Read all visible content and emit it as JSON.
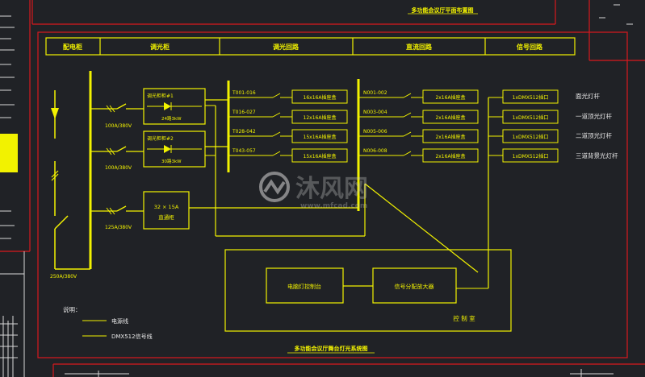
{
  "colors": {
    "background": "#202226",
    "line": "#f2f200",
    "frame": "#d9181e",
    "white": "#e8e8e8"
  },
  "top_title": "多功能会议厅平面布置图",
  "header": [
    "配电柜",
    "调光柜",
    "调光回路",
    "直流回路",
    "信号回路"
  ],
  "dimmers": [
    {
      "name": "调光柜柜#1",
      "rating": "24路3kW"
    },
    {
      "name": "调光柜柜#2",
      "rating": "30路3kW"
    }
  ],
  "breakers": [
    "100A/380V",
    "100A/380V",
    "125A/380V"
  ],
  "main_breaker": "250A/380V",
  "dc_box": {
    "line1": "32 × 15A",
    "line2": "直通柜"
  },
  "dim_circuits": [
    "T001-016",
    "T016-027",
    "T028-042",
    "T043-057"
  ],
  "dim_boxes": [
    "16x16A插座盒",
    "12x16A插座盒",
    "15x16A插座盒",
    "15x16A插座盒"
  ],
  "dc_circuits": [
    "N001-002",
    "N003-004",
    "N005-006",
    "N006-008"
  ],
  "dc_boxes": [
    "2x16A插座盒",
    "2x16A插座盒",
    "2x16A插座盒",
    "2x16A插座盒"
  ],
  "signal_ports": [
    "1xDMX512插口",
    "1xDMX512插口",
    "1xDMX512插口",
    "1xDMX512插口"
  ],
  "positions": [
    "面光灯杆",
    "一道顶光灯杆",
    "二道顶光灯杆",
    "三道背景光灯杆"
  ],
  "control": {
    "console": "电脑灯控制台",
    "splitter": "信号分配放大器",
    "room": "控 制 室"
  },
  "legend": {
    "title": "说明：",
    "items": [
      "电源线",
      "DMX512信号线"
    ]
  },
  "diagram_title": "多功能会议厅舞台灯光系统图",
  "watermark": {
    "brand": "沐风网",
    "url": "www.mfcad.com"
  }
}
